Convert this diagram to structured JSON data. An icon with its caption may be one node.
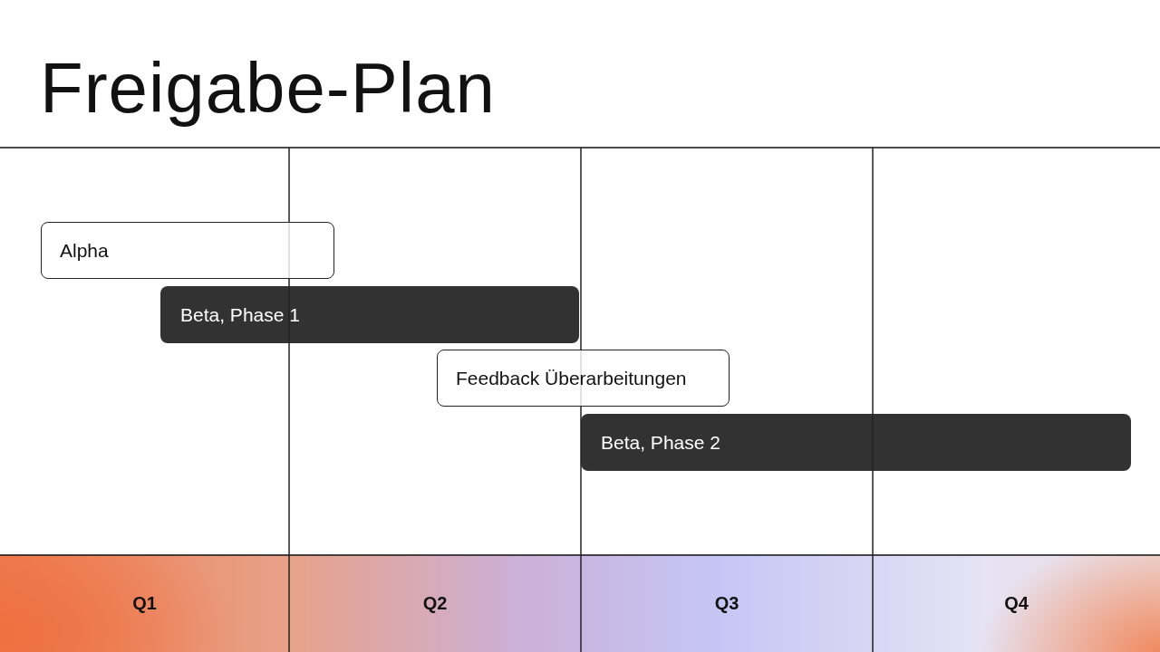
{
  "diagram": {
    "title": "Freigabe-Plan",
    "nodes": [
      {
        "text": [
          "Alpha"
        ]
      },
      {
        "text": [
          "Beta, Phase 1"
        ]
      },
      {
        "text": [
          "Feedback Überarbeitungen"
        ]
      },
      {
        "text": [
          "Beta, Phase 2"
        ]
      },
      {
        "text": [
          "Q1"
        ]
      },
      {
        "text": [
          "Q2"
        ]
      },
      {
        "text": [
          "Q3"
        ]
      },
      {
        "text": [
          "Q4"
        ]
      }
    ]
  }
}
